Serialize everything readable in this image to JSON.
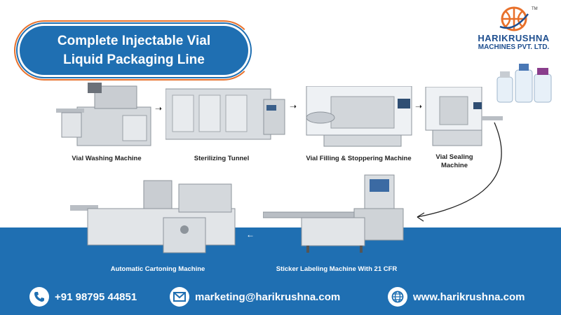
{
  "title": {
    "line1": "Complete Injectable Vial",
    "line2": "Liquid Packaging Line"
  },
  "brand": {
    "name": "HARIKRUSHNA",
    "subtitle": "MACHINES PVT. LTD.",
    "tm": "TM"
  },
  "machines": [
    {
      "label": "Vial Washing Machine"
    },
    {
      "label": "Sterilizing Tunnel"
    },
    {
      "label": "Vial Filling & Stoppering Machine"
    },
    {
      "label_line1": "Vial Sealing",
      "label_line2": "Machine"
    },
    {
      "label": "Sticker Labeling Machine With 21 CFR"
    },
    {
      "label": "Automatic Cartoning Machine"
    }
  ],
  "contact": {
    "phone": "+91 98795 44851",
    "email": "marketing@harikrushna.com",
    "website": "www.harikrushna.com"
  },
  "colors": {
    "primary_blue": "#1f6fb2",
    "accent_orange": "#e8702a",
    "steel": "#c9cdd2"
  }
}
